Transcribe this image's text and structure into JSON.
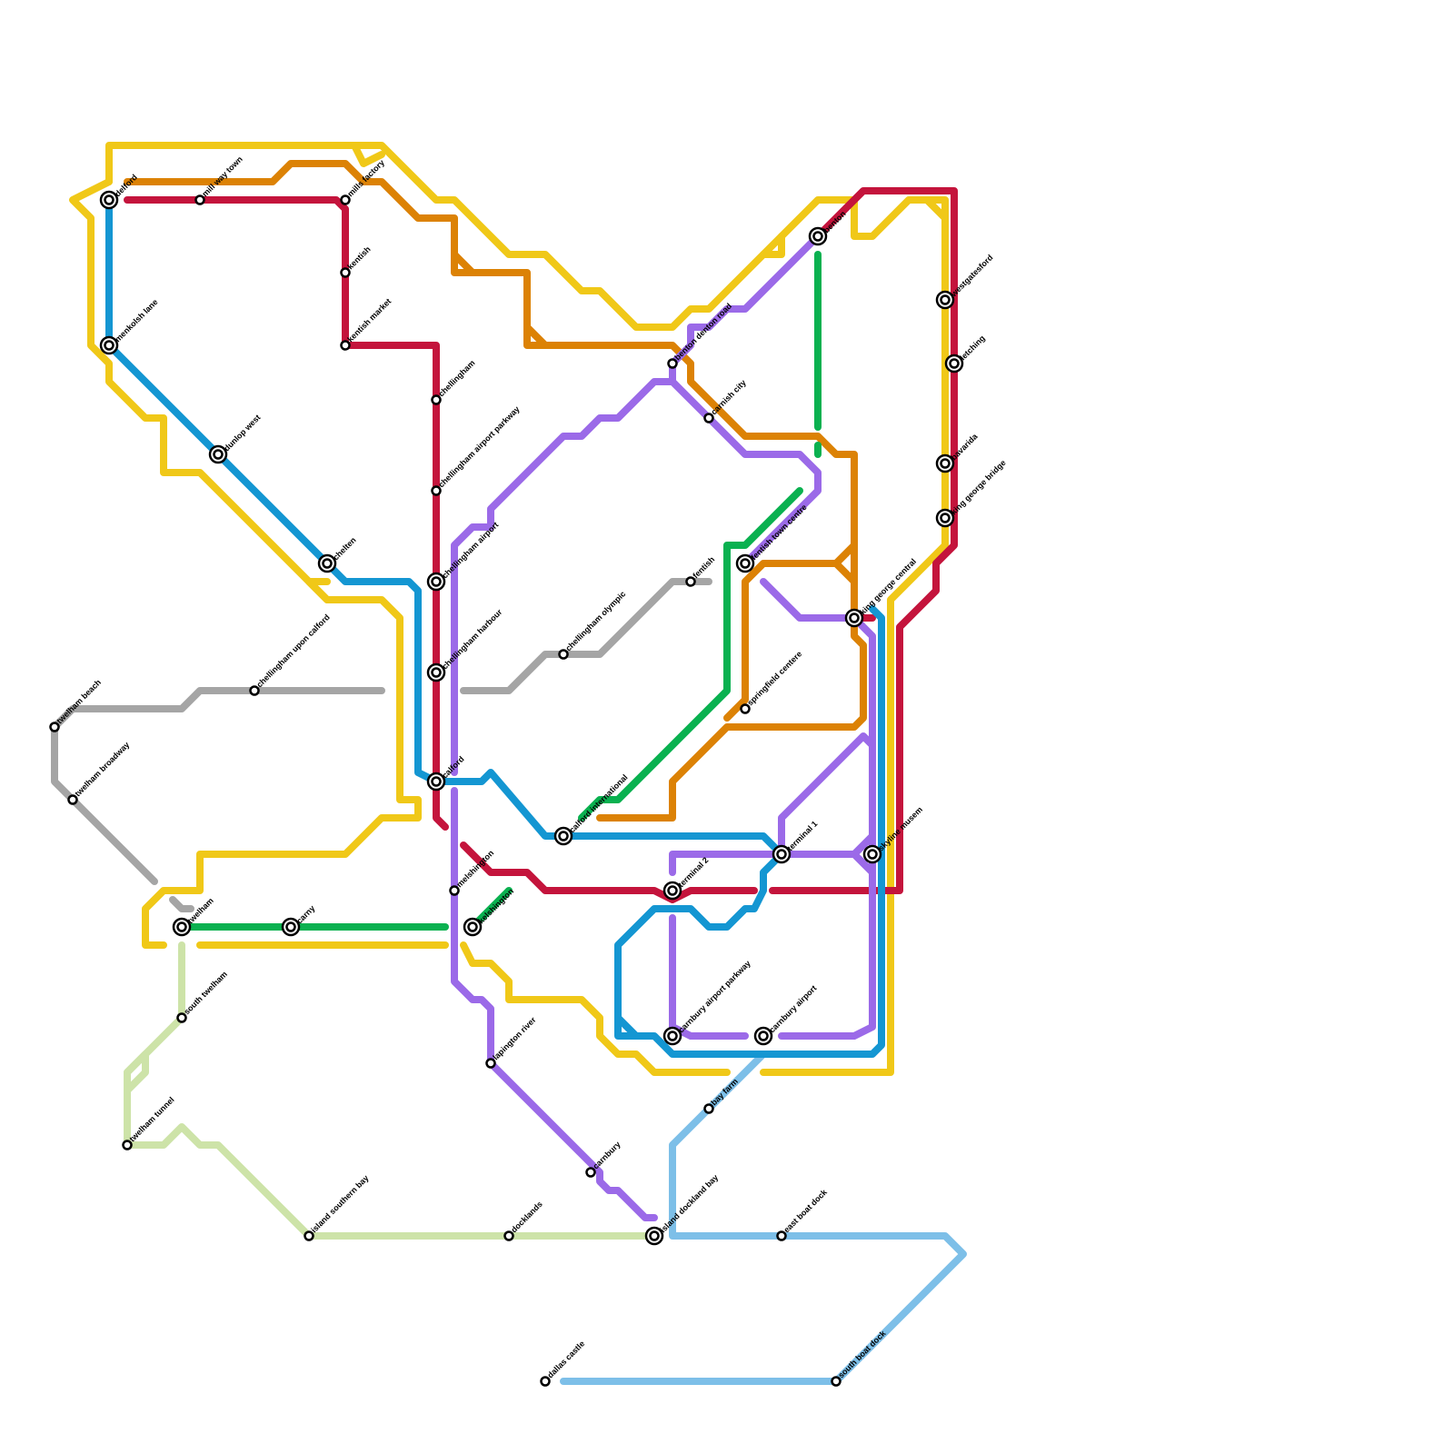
{
  "colors": {
    "background": "#ffffff",
    "yellow": "#f0c818",
    "orange": "#dc8205",
    "red": "#c4143c",
    "blue": "#1496d2",
    "purple": "#9b6ae8",
    "green": "#0ab150",
    "grey": "#a5a5a5",
    "light_blue": "#7dbfe8",
    "light_green": "#cde3a8"
  },
  "stations": [
    {
      "id": "delford",
      "name": "delford",
      "interchange": true
    },
    {
      "id": "mill_way_town",
      "name": "mill way town",
      "interchange": false
    },
    {
      "id": "mills_factory",
      "name": "mills factory",
      "interchange": false
    },
    {
      "id": "kentish",
      "name": "kentish",
      "interchange": false
    },
    {
      "id": "kentish_market",
      "name": "kentish market",
      "interchange": false
    },
    {
      "id": "menkolsh_lane",
      "name": "menkolsh lane",
      "interchange": true
    },
    {
      "id": "dunlop_west",
      "name": "dunlop west",
      "interchange": true
    },
    {
      "id": "chelten",
      "name": "chelten",
      "interchange": true
    },
    {
      "id": "chellingham",
      "name": "chellingham",
      "interchange": false
    },
    {
      "id": "chellingham_airport_parkway",
      "name": "chellingham airport parkway",
      "interchange": false
    },
    {
      "id": "chellingham_airport",
      "name": "chellingham airport",
      "interchange": true
    },
    {
      "id": "chellingham_harbour",
      "name": "chellingham harbour",
      "interchange": true
    },
    {
      "id": "calford",
      "name": "calford",
      "interchange": true
    },
    {
      "id": "chellingham_upon_calford",
      "name": "chellingham upon calford",
      "interchange": false
    },
    {
      "id": "twelham_beach",
      "name": "twelham beach",
      "interchange": false
    },
    {
      "id": "twelham_broadway",
      "name": "twelham broadway",
      "interchange": false
    },
    {
      "id": "twelham",
      "name": "twelham",
      "interchange": true
    },
    {
      "id": "carny",
      "name": "carny",
      "interchange": true
    },
    {
      "id": "south_twelham",
      "name": "south twelham",
      "interchange": false
    },
    {
      "id": "twelham_tunnel",
      "name": "twelham tunnel",
      "interchange": false
    },
    {
      "id": "island_southern_bay",
      "name": "island southern bay",
      "interchange": false
    },
    {
      "id": "docklands",
      "name": "docklands",
      "interchange": false
    },
    {
      "id": "island_dockland_bay",
      "name": "island dockland bay",
      "interchange": true
    },
    {
      "id": "dallas_castle",
      "name": "dallas castle",
      "interchange": false
    },
    {
      "id": "south_boat_dock",
      "name": "south boat dock",
      "interchange": false
    },
    {
      "id": "east_boat_dock",
      "name": "east boat dock",
      "interchange": false
    },
    {
      "id": "bay_farm",
      "name": "bay farm",
      "interchange": false
    },
    {
      "id": "melshington",
      "name": "melshington",
      "interchange": false
    },
    {
      "id": "kelshington",
      "name": "kelshington",
      "interchange": true
    },
    {
      "id": "lapington_river",
      "name": "lapington river",
      "interchange": false
    },
    {
      "id": "carnbury",
      "name": "carnbury",
      "interchange": false
    },
    {
      "id": "calford_international",
      "name": "calford international",
      "interchange": true
    },
    {
      "id": "chellingham_olympic",
      "name": "chellingham olympic",
      "interchange": false
    },
    {
      "id": "fentish",
      "name": "fentish",
      "interchange": false
    },
    {
      "id": "benton_denton_road",
      "name": "benton denton road",
      "interchange": false
    },
    {
      "id": "carnish_city",
      "name": "carnish city",
      "interchange": false
    },
    {
      "id": "fentish_town_centre",
      "name": "fentish town centre",
      "interchange": true
    },
    {
      "id": "springfield_centere",
      "name": "springfield centere",
      "interchange": false
    },
    {
      "id": "terminal_2",
      "name": "terminal 2",
      "interchange": true
    },
    {
      "id": "terminal_1",
      "name": "terminal 1",
      "interchange": true
    },
    {
      "id": "carnbury_airport_parkway",
      "name": "carnbury airport parkway",
      "interchange": true
    },
    {
      "id": "carnbury_airport",
      "name": "carnbury airport",
      "interchange": true
    },
    {
      "id": "benton",
      "name": "benton",
      "interchange": true
    },
    {
      "id": "king_george_central",
      "name": "king george central",
      "interchange": true
    },
    {
      "id": "skyline_musem",
      "name": "skyline musem",
      "interchange": true
    },
    {
      "id": "westgatesford",
      "name": "westgatesford",
      "interchange": true
    },
    {
      "id": "letching",
      "name": "letching",
      "interchange": true
    },
    {
      "id": "bavarida",
      "name": "bavarida",
      "interchange": true
    },
    {
      "id": "king_george_bridge",
      "name": "king george bridge",
      "interchange": true
    }
  ]
}
